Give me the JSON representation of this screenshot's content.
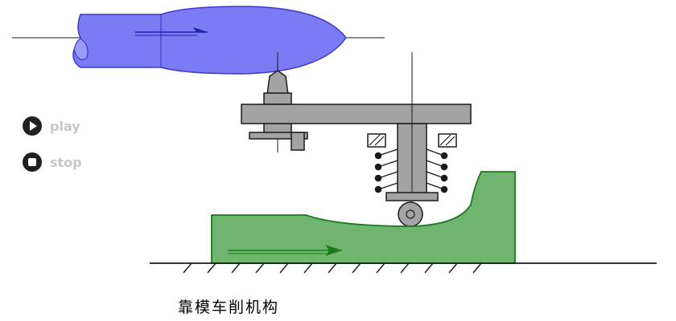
{
  "controls": {
    "play_label": "play",
    "stop_label": "stop"
  },
  "caption": "靠模车削机构",
  "colors": {
    "workpiece_blue": "#7b7bf3",
    "template_green": "#6fb56f",
    "metal_gray": "#a3a3a3",
    "line_dark": "#1a1a1a",
    "arrow_blue": "#1f1fb0",
    "arrow_green": "#167a16"
  }
}
